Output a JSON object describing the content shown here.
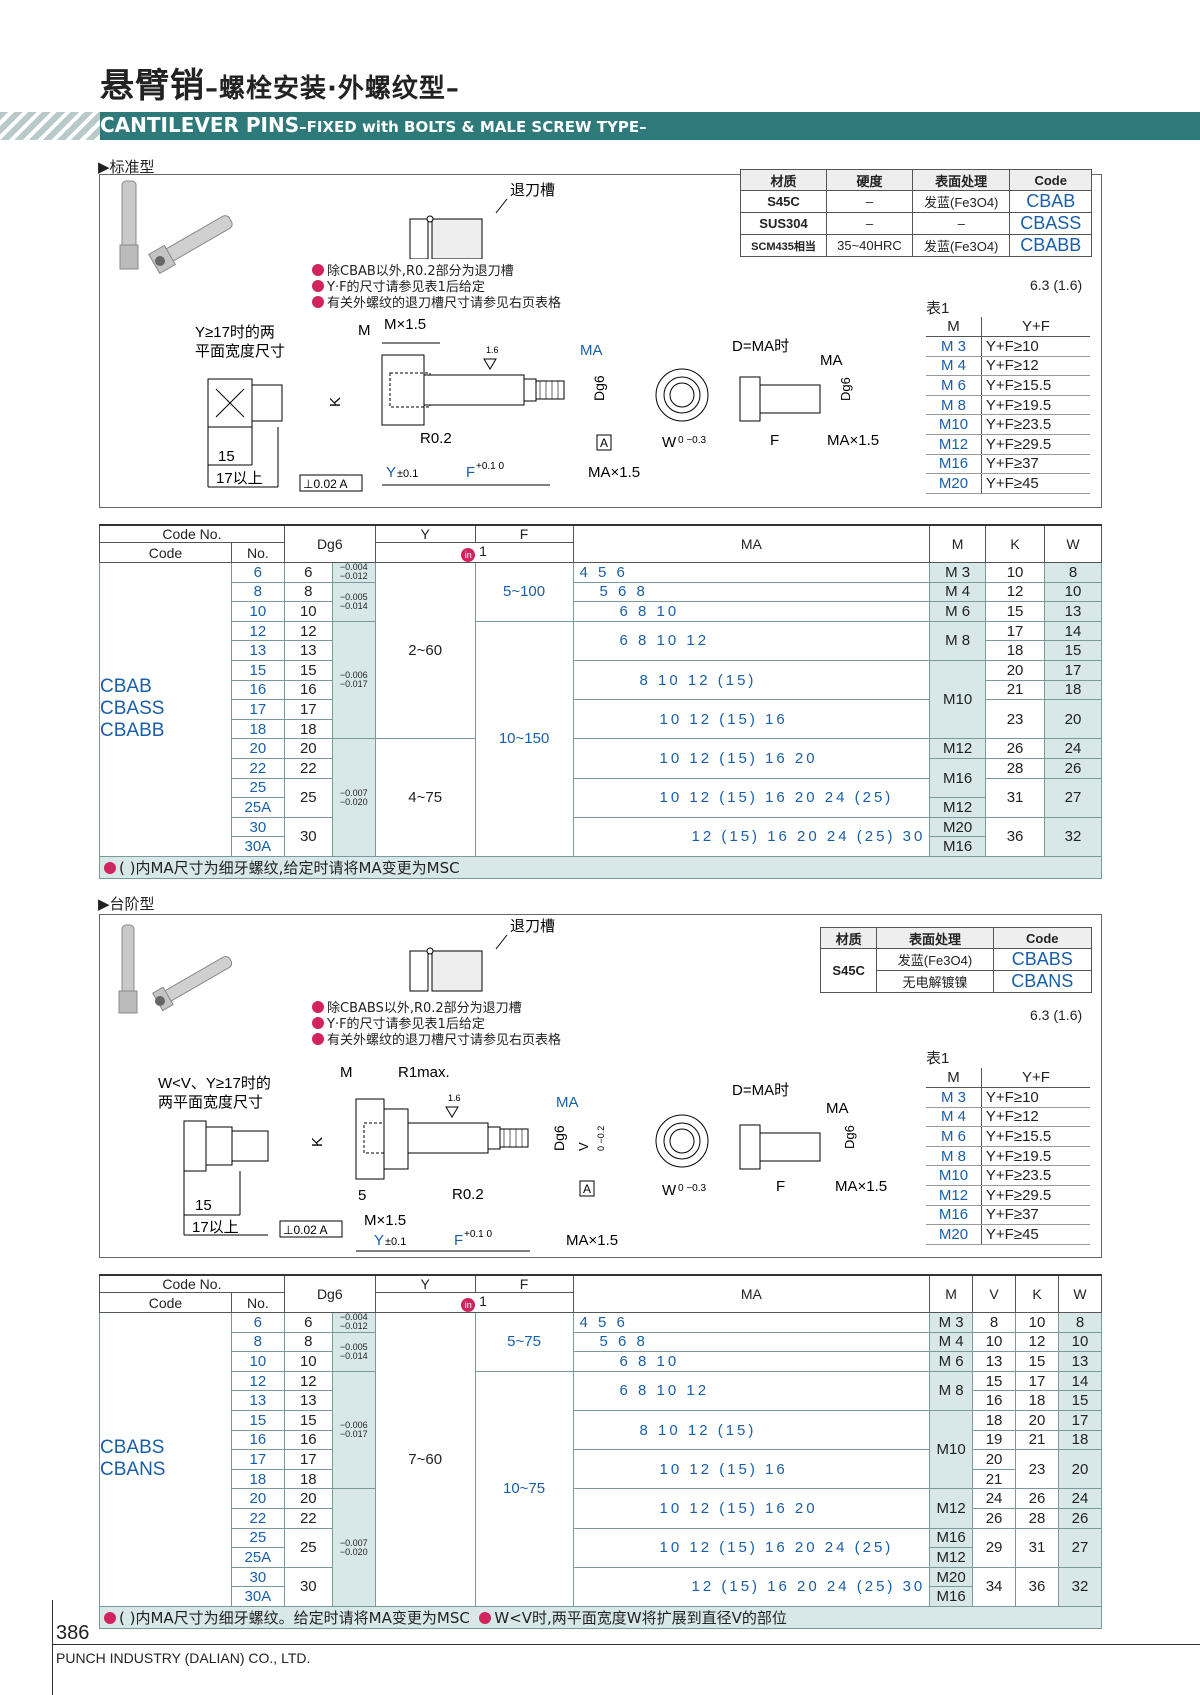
{
  "title": {
    "zh": "悬臂销",
    "zh_sub": "–螺栓安装·外螺纹型–",
    "en": "CANTILEVER PINS",
    "en_sub": "–FIXED with BOLTS & MALE SCREW TYPE–"
  },
  "colors": {
    "band": "#2e7a7a",
    "code_blue": "#1a5ea8",
    "table_tint": "#d8e8e8",
    "note_bullet": "#d0245e"
  },
  "sec1": {
    "label": "▶标准型",
    "groove_label": "退刀槽",
    "notes": [
      "除CBAB以外,R0.2部分为退刀槽",
      "Y·F的尺寸请参见表1后给定",
      "有关外螺纹的退刀槽尺寸请参见右页表格"
    ],
    "material": {
      "headers": [
        "材质",
        "硬度",
        "表面处理",
        "Code"
      ],
      "rows": [
        [
          "S45C",
          "–",
          "发蓝(Fe3O4)",
          "CBAB"
        ],
        [
          "SUS304",
          "–",
          "–",
          "CBASS"
        ],
        [
          "SCM435相当",
          "35~40HRC",
          "发蓝(Fe3O4)",
          "CBABB"
        ]
      ]
    },
    "roughness": "6.3 (1.6)",
    "table1": {
      "title": "表1",
      "headers": [
        "M",
        "Y+F"
      ],
      "rows": [
        [
          "M 3",
          "Y+F≥10"
        ],
        [
          "M 4",
          "Y+F≥12"
        ],
        [
          "M 6",
          "Y+F≥15.5"
        ],
        [
          "M 8",
          "Y+F≥19.5"
        ],
        [
          "M10",
          "Y+F≥23.5"
        ],
        [
          "M12",
          "Y+F≥29.5"
        ],
        [
          "M16",
          "Y+F≥37"
        ],
        [
          "M20",
          "Y+F≥45"
        ]
      ]
    },
    "drawing": {
      "flat_note_1": "Y≥17时的两",
      "flat_note_2": "平面宽度尺寸",
      "dim_15": "15",
      "dim_17": "17以上",
      "perp": "⊥0.02 A",
      "M": "M",
      "Mx15": "M×1.5",
      "MA": "MA",
      "K": "K",
      "R02": "R0.2",
      "Dg6": "Dg6",
      "A": "A",
      "Y": "Y",
      "Ytol": "±0.1",
      "F": "F",
      "Ftol": "+0.1 0",
      "MAx15": "MA×1.5",
      "W": "W",
      "Wtol": "0 −0.3",
      "DMA": "D=MA时",
      "r16": "1.6"
    },
    "main_table": {
      "headers": {
        "code_no": "Code No.",
        "code": "Code",
        "no": "No.",
        "d": "Dg6",
        "y": "Y",
        "f": "F",
        "ref": "1",
        "ma": "MA",
        "m": "M",
        "k": "K",
        "w": "W"
      },
      "codes": [
        "CBAB",
        "CBASS",
        "CBABB"
      ],
      "rows": [
        {
          "no": "6",
          "d": "6",
          "ma": "4 5 6",
          "m": "M 3",
          "k": "10",
          "w": "8"
        },
        {
          "no": "8",
          "d": "8",
          "ma": "5 6 8",
          "m": "M 4",
          "k": "12",
          "w": "10"
        },
        {
          "no": "10",
          "d": "10",
          "ma": "6 8 10",
          "m": "M 6",
          "k": "15",
          "w": "13"
        },
        {
          "no": "12",
          "d": "12",
          "ma": "6 8 10 12",
          "m": "M 8",
          "k": "17",
          "w": "14"
        },
        {
          "no": "13",
          "d": "13",
          "k": "18",
          "w": "15"
        },
        {
          "no": "15",
          "d": "15",
          "ma": "8 10 12 (15)",
          "m": "M10",
          "k": "20",
          "w": "17"
        },
        {
          "no": "16",
          "d": "16",
          "k": "21",
          "w": "18"
        },
        {
          "no": "17",
          "d": "17",
          "ma": "10 12 (15) 16",
          "k": "23",
          "w": "20"
        },
        {
          "no": "18",
          "d": "18"
        },
        {
          "no": "20",
          "d": "20",
          "ma": "10 12 (15) 16 20",
          "m": "M12",
          "k": "26",
          "w": "24"
        },
        {
          "no": "22",
          "d": "22",
          "m": "M16",
          "k": "28",
          "w": "26"
        },
        {
          "no": "25",
          "d": "25",
          "ma": "10 12 (15) 16 20 24 (25)",
          "k": "31",
          "w": "27"
        },
        {
          "no": "25A",
          "m": "M12"
        },
        {
          "no": "30",
          "d": "30",
          "ma": "12 (15) 16 20 24 (25) 30",
          "m": "M20",
          "k": "36",
          "w": "32"
        },
        {
          "no": "30A",
          "m": "M16"
        }
      ],
      "tol": [
        [
          "−0.004",
          "−0.012"
        ],
        [
          "−0.005",
          "−0.014"
        ],
        [
          "−0.006",
          "−0.017"
        ],
        [
          "−0.007",
          "−0.020"
        ]
      ],
      "y_ranges": [
        "2~60",
        "4~75"
      ],
      "f_ranges": [
        "5~100",
        "10~150"
      ],
      "note": "( )内MA尺寸为细牙螺纹,给定时请将MA变更为MSC"
    }
  },
  "sec2": {
    "label": "▶台阶型",
    "groove_label": "退刀槽",
    "notes": [
      "除CBABS以外,R0.2部分为退刀槽",
      "Y·F的尺寸请参见表1后给定",
      "有关外螺纹的退刀槽尺寸请参见右页表格"
    ],
    "material": {
      "headers": [
        "材质",
        "表面处理",
        "Code"
      ],
      "mat": "S45C",
      "rows": [
        [
          "发蓝(Fe3O4)",
          "CBABS"
        ],
        [
          "无电解镀镍",
          "CBANS"
        ]
      ]
    },
    "roughness": "6.3 (1.6)",
    "table1": {
      "title": "表1",
      "headers": [
        "M",
        "Y+F"
      ],
      "rows": [
        [
          "M 3",
          "Y+F≥10"
        ],
        [
          "M 4",
          "Y+F≥12"
        ],
        [
          "M 6",
          "Y+F≥15.5"
        ],
        [
          "M 8",
          "Y+F≥19.5"
        ],
        [
          "M10",
          "Y+F≥23.5"
        ],
        [
          "M12",
          "Y+F≥29.5"
        ],
        [
          "M16",
          "Y+F≥37"
        ],
        [
          "M20",
          "Y+F≥45"
        ]
      ]
    },
    "drawing": {
      "flat_note_1": "W<V、Y≥17时的",
      "flat_note_2": "两平面宽度尺寸",
      "R1": "R1max.",
      "V": "V",
      "Vtol": "0 −0.2",
      "five": "5"
    },
    "main_table": {
      "headers": {
        "v": "V"
      },
      "codes": [
        "CBABS",
        "CBANS"
      ],
      "rows": [
        {
          "no": "6",
          "d": "6",
          "ma": "4 5 6",
          "m": "M 3",
          "v": "8",
          "k": "10",
          "w": "8"
        },
        {
          "no": "8",
          "d": "8",
          "ma": "5 6 8",
          "m": "M 4",
          "v": "10",
          "k": "12",
          "w": "10"
        },
        {
          "no": "10",
          "d": "10",
          "ma": "6 8 10",
          "m": "M 6",
          "v": "13",
          "k": "15",
          "w": "13"
        },
        {
          "no": "12",
          "d": "12",
          "ma": "6 8 10 12",
          "m": "M 8",
          "v": "15",
          "k": "17",
          "w": "14"
        },
        {
          "no": "13",
          "d": "13",
          "v": "16",
          "k": "18",
          "w": "15"
        },
        {
          "no": "15",
          "d": "15",
          "ma": "8 10 12 (15)",
          "m": "M10",
          "v": "18",
          "k": "20",
          "w": "17"
        },
        {
          "no": "16",
          "d": "16",
          "v": "19",
          "k": "21",
          "w": "18"
        },
        {
          "no": "17",
          "d": "17",
          "ma": "10 12 (15) 16",
          "v": "20",
          "k": "23",
          "w": "20"
        },
        {
          "no": "18",
          "d": "18",
          "v": "21"
        },
        {
          "no": "20",
          "d": "20",
          "ma": "10 12 (15) 16 20",
          "m": "M12",
          "v": "24",
          "k": "26",
          "w": "24"
        },
        {
          "no": "22",
          "d": "22",
          "v": "26",
          "k": "28",
          "w": "26"
        },
        {
          "no": "25",
          "d": "25",
          "ma": "10 12 (15) 16 20 24 (25)",
          "m": "M16",
          "v": "29",
          "k": "31",
          "w": "27"
        },
        {
          "no": "25A",
          "m": "M12"
        },
        {
          "no": "30",
          "d": "30",
          "ma": "12 (15) 16 20 24 (25) 30",
          "m": "M20",
          "v": "34",
          "k": "36",
          "w": "32"
        },
        {
          "no": "30A",
          "m": "M16"
        }
      ],
      "y_range": "7~60",
      "f_ranges": [
        "5~75",
        "10~75"
      ],
      "note1": "( )内MA尺寸为细牙螺纹。给定时请将MA变更为MSC",
      "note2": "W<V时,两平面宽度W将扩展到直径V的部位"
    }
  },
  "footer": {
    "page": "386",
    "company": "PUNCH INDUSTRY (DALIAN) CO., LTD."
  }
}
